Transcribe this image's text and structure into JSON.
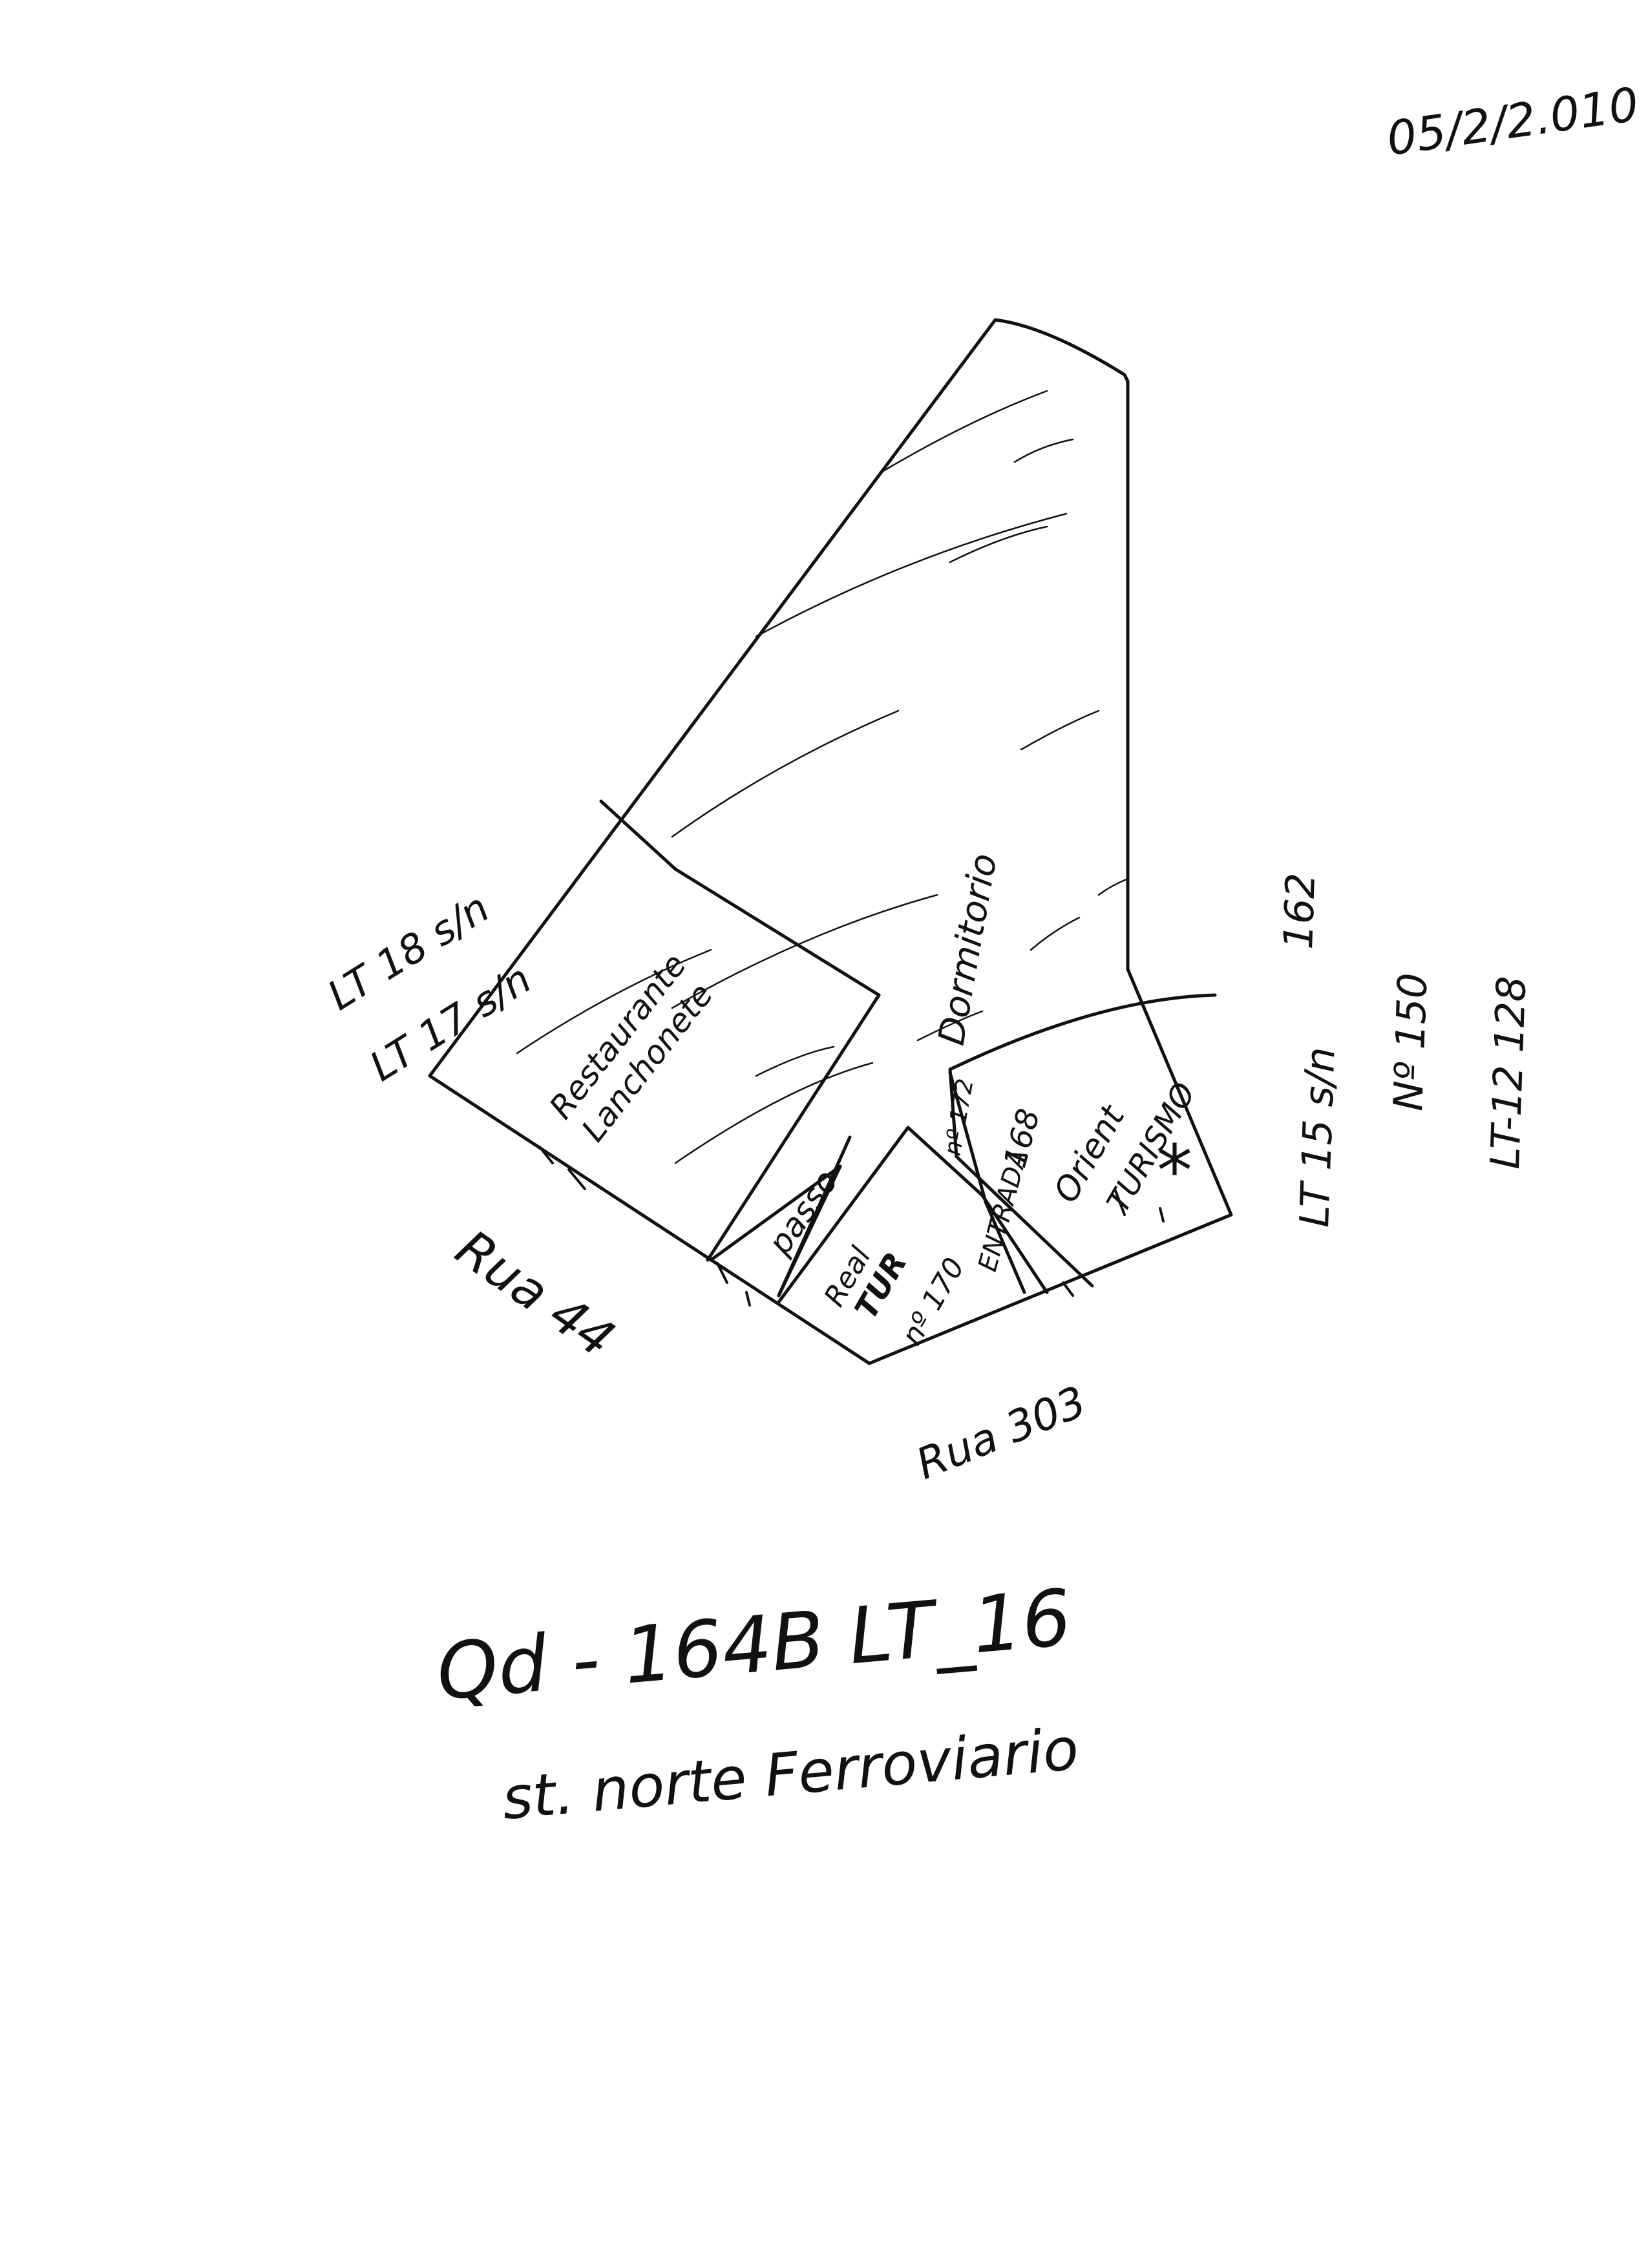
{
  "date": "05/2/2.010",
  "plot": {
    "reference": "Qd - 164B LT_16",
    "sector": "st. norte Ferroviario"
  },
  "streets": {
    "west": "Rua 44",
    "south": "Rua 303"
  },
  "neighbors": {
    "lt18": "LT 18 s/n",
    "lt17": "LT 17 s/n",
    "lt15": "LT 15 s/n",
    "n150": "Nº 150",
    "lt12": "LT-12 128",
    "n162": "162"
  },
  "rooms": {
    "restaurante": "Restaurante",
    "lanchonete": "Lanchonete",
    "dormitorio": "Dormitorio",
    "passo": "passo",
    "real": "Real",
    "tur": "TUR",
    "n170": "nº 170",
    "n172": "nº 172",
    "entrada": "ENTRADA",
    "n168": "168",
    "orient": "Orient",
    "turismo": "TURISMO",
    "asterisk": "*"
  }
}
